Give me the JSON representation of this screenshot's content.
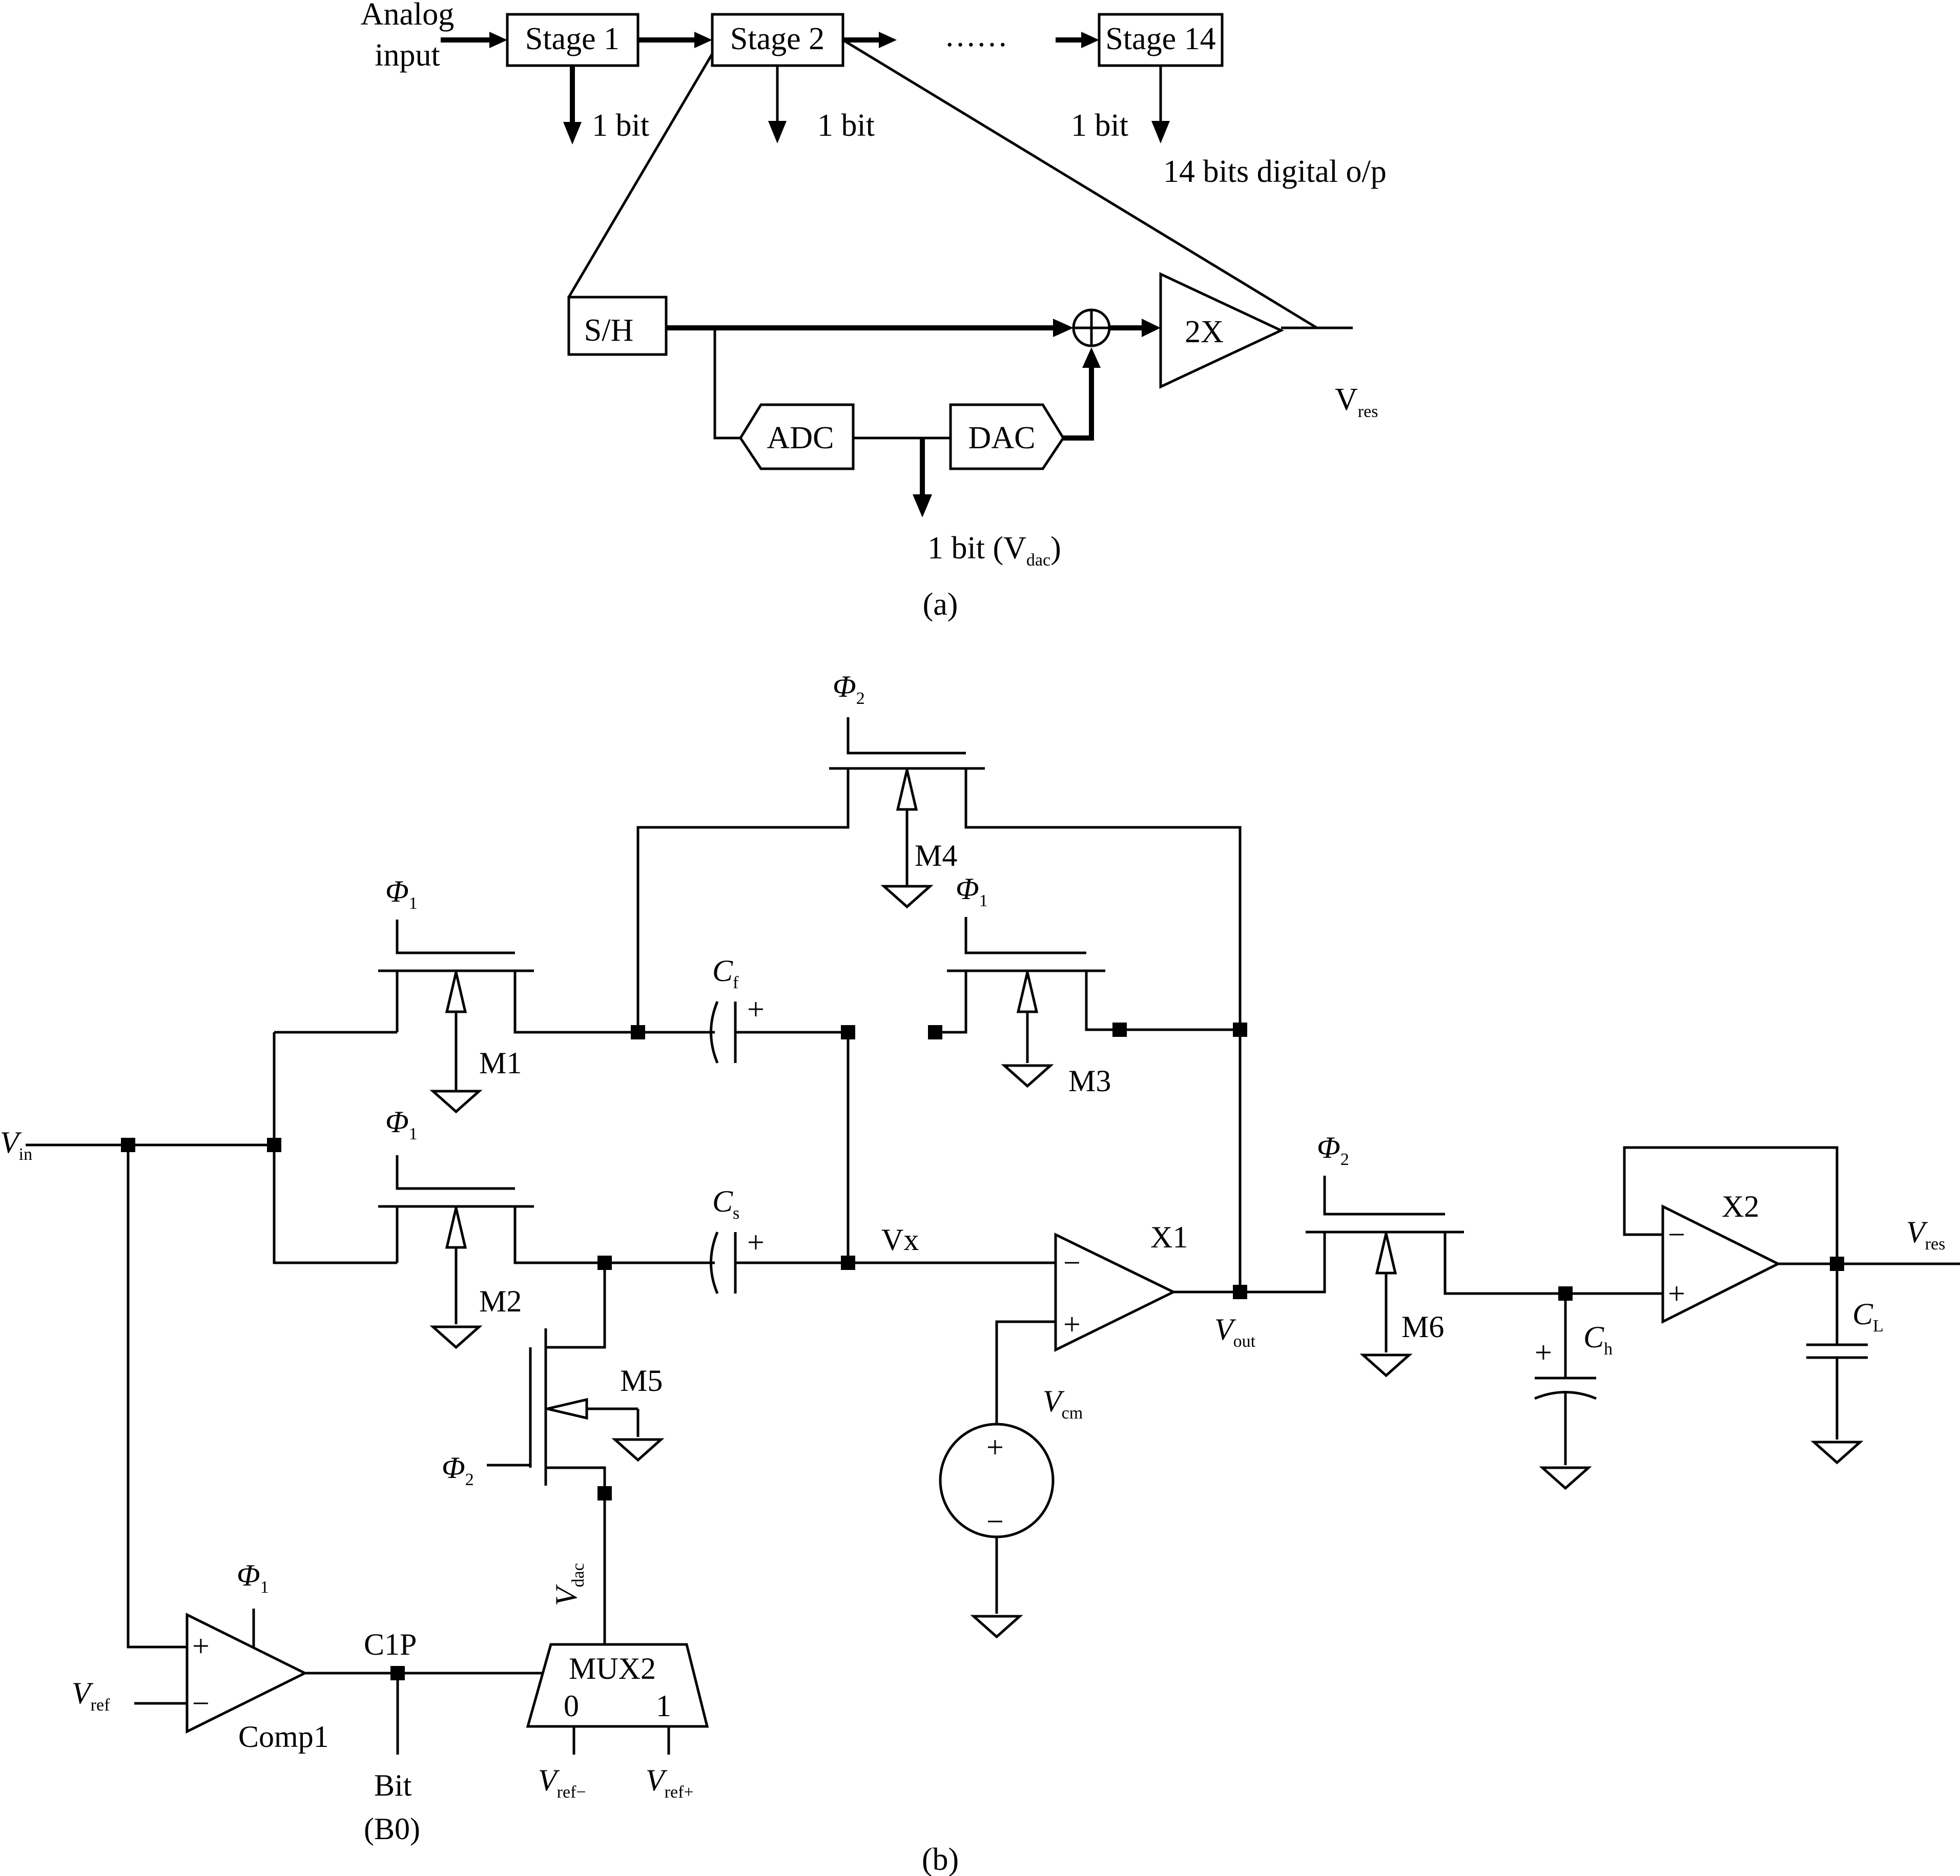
{
  "figure_a": {
    "analog_input_1": "Analog",
    "analog_input_2": "input",
    "stage1": "Stage 1",
    "stage2": "Stage 2",
    "dots": "……",
    "stage14": "Stage 14",
    "bit_label": "1 bit",
    "digital_output": "14 bits digital o/p",
    "sh": "S/H",
    "adc": "ADC",
    "dac": "DAC",
    "gain": "2X",
    "vres_main": "V",
    "vres_sub": "res",
    "vdac_pre": "1 bit (V",
    "vdac_sub": "dac",
    "vdac_post": ")",
    "caption": "(a)"
  },
  "figure_b": {
    "phi": "Φ",
    "sub1": "1",
    "sub2": "2",
    "m1": "M1",
    "m2": "M2",
    "m3": "M3",
    "m4": "M4",
    "m5": "M5",
    "m6": "M6",
    "c": "C",
    "cf_sub": "f",
    "cs_sub": "s",
    "ch_sub": "h",
    "cl_sub": "L",
    "plus": "+",
    "minus": "−",
    "v": "V",
    "vin_sub": "in",
    "vout_sub": "out",
    "vcm_sub": "cm",
    "vres_sub": "res",
    "vref_sub": "ref",
    "vrefm_sub": "ref−",
    "vrefp_sub": "ref+",
    "vdac_sub": "dac",
    "vx": "Vx",
    "x1": "X1",
    "x2": "X2",
    "c1p": "C1P",
    "mux": "MUX2",
    "mux0": "0",
    "mux1": "1",
    "comp": "Comp1",
    "bit": "Bit",
    "b0": "(B0)",
    "caption": "(b)"
  }
}
